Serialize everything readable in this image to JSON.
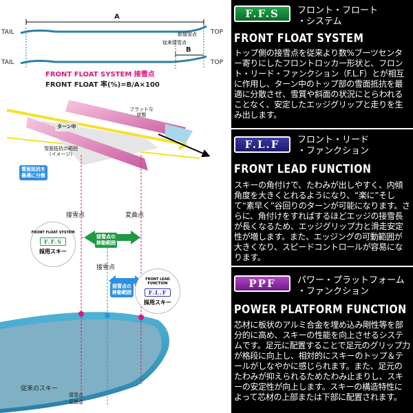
{
  "left": {
    "dim_a": "A",
    "dim_b": "B",
    "tail": "TAIL",
    "top": "TOP",
    "new_contact": "新接雪点",
    "old_contact": "従来接雪点",
    "ffs_point_title": "FRONT FLOAT SYSTEM 接雪点",
    "ffs_formula": "FRONT FLOAT 率(%)=B/A×100",
    "flat_state": "フラットな\n状態",
    "turning": "ターン中",
    "pressure_range": "雪面抵抗の範囲\n(イメージ)",
    "disperse_box": "雪面抵抗を\n最適に分散",
    "contact_point_1": "接雪点",
    "flex_point": "変曲点",
    "ffs_circle_title": "FRONT FLOAT SYSTEM",
    "ffs_circle_logo": "F.F.S",
    "ffs_circle_label": "採用スキー",
    "move_range_1": "接雪点の\n移動範囲",
    "contact_point_2": "接雪点",
    "move_range_2": "接雪点の\n移動範囲",
    "flf_circle_title": "FRONT LEAD FUNCTION",
    "flf_circle_logo": "F.L.F",
    "flf_circle_label": "採用スキー",
    "conventional_ski": "従来のスキー",
    "contact_legend": "接雪点",
    "flex_legend": "変曲点"
  },
  "sections": [
    {
      "badge": "F.F.S",
      "jp_title": "フロント・フロート\n・システム",
      "en_title": "FRONT FLOAT SYSTEM",
      "body": "トップ側の接雪点を従来より数%ブーツセンター寄りにしたフロントロッカー形状と、フロント・リード・ファンクション（F.L.F）とが相互に作用し、ターン中のトップ部の雪面抵抗を最適に分散させ、雪質や斜面の状況にとらわれることなく、安定したエッジグリップと走りを生み出します。"
    },
    {
      "badge": "F.L.F",
      "jp_title": "フロント・リード\n・ファンクション",
      "en_title": "FRONT LEAD FUNCTION",
      "body": "スキーの角付けで、たわみが出しやすく、内傾角度を大きくとれるようになり、“楽に”そして“素早く”谷回りのターンが可能になります。さらに、角付けをすればするほどエッジの接雪長が長くなるため、エッジグリップ力と滑走安定性が増します。また、エッジングの可動範囲が大きくなり、スピードコントロールが容易になります。"
    },
    {
      "badge": "PPF",
      "jp_title": "パワー・プラットフォーム\n・ファンクション",
      "en_title": "POWER PLATFORM FUNCTION",
      "body": "芯材に板状のアルミ合金を埋め込み剛性等を部分的に高め、スキーの性能を向上させるシステムです。足元に配置することで足元のグリップ力が格段に向上し、相対的にスキーのトップ＆テールがしなやかに感じられます。また、足元のたわみが抑えられるためたわみ止まりし、スキーの安定性が向上します。スキーの構造特性によって芯材の上部または下部に配置されます。"
    }
  ],
  "colors": {
    "ffs_green": "#1fa64a",
    "flf_blue": "#3b3aa8",
    "ppf_purple": "#b343c7",
    "accent_pink": "#e0157a",
    "accent_blue": "#2d8fe3",
    "ski_teal": "#2a8fb5"
  },
  "icons": [
    "ffs-badge-icon",
    "flf-badge-icon",
    "ppf-badge-icon"
  ]
}
